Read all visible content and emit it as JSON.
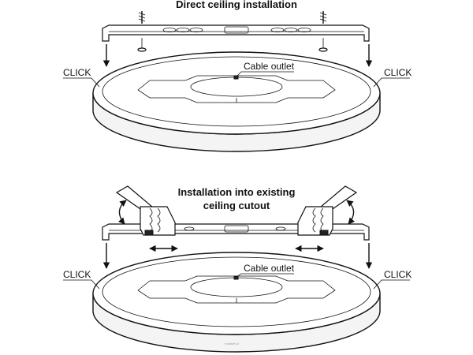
{
  "top": {
    "title": "Direct ceiling installation",
    "click_left": "CLICK",
    "click_right": "CLICK",
    "cable_outlet": "Cable outlet"
  },
  "bottom": {
    "title_line1": "Installation into existing",
    "title_line2": "ceiling cutout",
    "click_left": "CLICK",
    "click_right": "CLICK",
    "cable_outlet": "Cable outlet"
  },
  "watermark": "rmarket.pl"
}
